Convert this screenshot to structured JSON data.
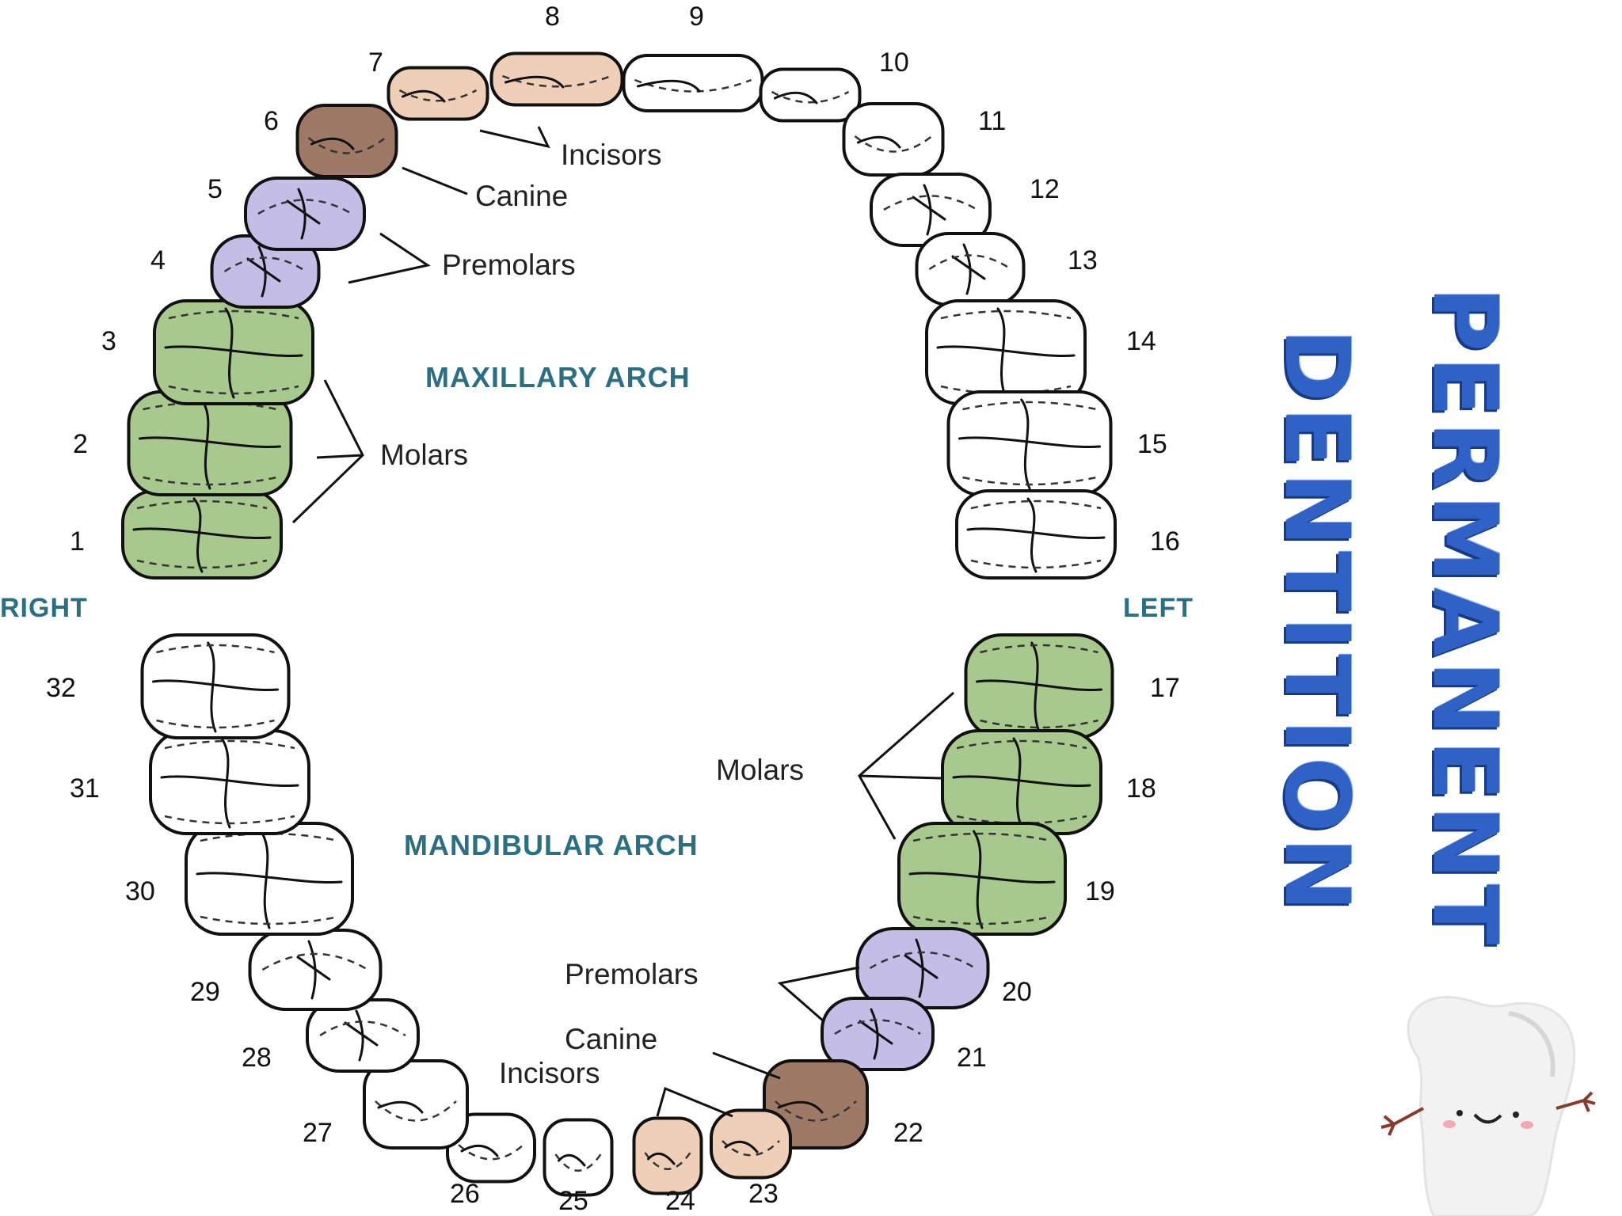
{
  "title": {
    "line1": "PERMANENT",
    "line2": "DENTITION"
  },
  "arches": {
    "maxillary": "MAXILLARY ARCH",
    "mandibular": "MANDIBULAR ARCH"
  },
  "sides": {
    "right": "RIGHT",
    "left": "LEFT"
  },
  "labels": {
    "upper_incisors": "Incisors",
    "upper_canine": "Canine",
    "upper_premolars": "Premolars",
    "upper_molars": "Molars",
    "lower_molars": "Molars",
    "lower_premolars": "Premolars",
    "lower_canine": "Canine",
    "lower_incisors": "Incisors"
  },
  "colors": {
    "incisor": "#efcfb8",
    "canine": "#9e7a66",
    "premolar": "#c4bde6",
    "molar": "#a8c98e",
    "unshaded": "#ffffff",
    "arch_label": "#2a6f84",
    "title": "#2f62c4"
  },
  "teeth": [
    {
      "number": "1",
      "type": "molar",
      "shaded": true
    },
    {
      "number": "2",
      "type": "molar",
      "shaded": true
    },
    {
      "number": "3",
      "type": "molar",
      "shaded": true
    },
    {
      "number": "4",
      "type": "premolar",
      "shaded": true
    },
    {
      "number": "5",
      "type": "premolar",
      "shaded": true
    },
    {
      "number": "6",
      "type": "canine",
      "shaded": true
    },
    {
      "number": "7",
      "type": "incisor",
      "shaded": true
    },
    {
      "number": "8",
      "type": "incisor",
      "shaded": true
    },
    {
      "number": "9",
      "type": "incisor",
      "shaded": false
    },
    {
      "number": "10",
      "type": "incisor",
      "shaded": false
    },
    {
      "number": "11",
      "type": "canine",
      "shaded": false
    },
    {
      "number": "12",
      "type": "premolar",
      "shaded": false
    },
    {
      "number": "13",
      "type": "premolar",
      "shaded": false
    },
    {
      "number": "14",
      "type": "molar",
      "shaded": false
    },
    {
      "number": "15",
      "type": "molar",
      "shaded": false
    },
    {
      "number": "16",
      "type": "molar",
      "shaded": false
    },
    {
      "number": "17",
      "type": "molar",
      "shaded": true
    },
    {
      "number": "18",
      "type": "molar",
      "shaded": true
    },
    {
      "number": "19",
      "type": "molar",
      "shaded": true
    },
    {
      "number": "20",
      "type": "premolar",
      "shaded": true
    },
    {
      "number": "21",
      "type": "premolar",
      "shaded": true
    },
    {
      "number": "22",
      "type": "canine",
      "shaded": true
    },
    {
      "number": "23",
      "type": "incisor",
      "shaded": true
    },
    {
      "number": "24",
      "type": "incisor",
      "shaded": true
    },
    {
      "number": "25",
      "type": "incisor",
      "shaded": false
    },
    {
      "number": "26",
      "type": "incisor",
      "shaded": false
    },
    {
      "number": "27",
      "type": "canine",
      "shaded": false
    },
    {
      "number": "28",
      "type": "premolar",
      "shaded": false
    },
    {
      "number": "29",
      "type": "premolar",
      "shaded": false
    },
    {
      "number": "30",
      "type": "molar",
      "shaded": false
    },
    {
      "number": "31",
      "type": "molar",
      "shaded": false
    },
    {
      "number": "32",
      "type": "molar",
      "shaded": false
    }
  ],
  "decoration": {
    "icon": "smiling-tooth-icon"
  }
}
